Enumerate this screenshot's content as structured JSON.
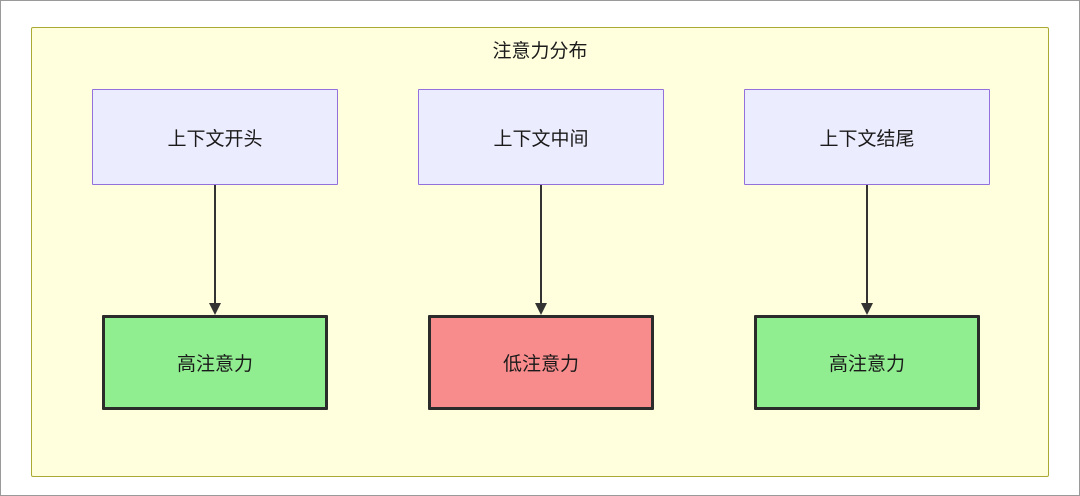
{
  "diagram": {
    "title": "注意力分布",
    "columns": [
      {
        "source": "上下文开头",
        "target": "高注意力",
        "target_state": "high"
      },
      {
        "source": "上下文中间",
        "target": "低注意力",
        "target_state": "low"
      },
      {
        "source": "上下文结尾",
        "target": "高注意力",
        "target_state": "high"
      }
    ],
    "colors": {
      "container_bg": "#ffffde",
      "container_border": "#aaaa33",
      "source_bg": "#ececff",
      "source_border": "#9370db",
      "high_attention_bg": "#90ee90",
      "low_attention_bg": "#f88c8c",
      "node_border": "#2b2b2b",
      "arrow": "#333333"
    }
  }
}
